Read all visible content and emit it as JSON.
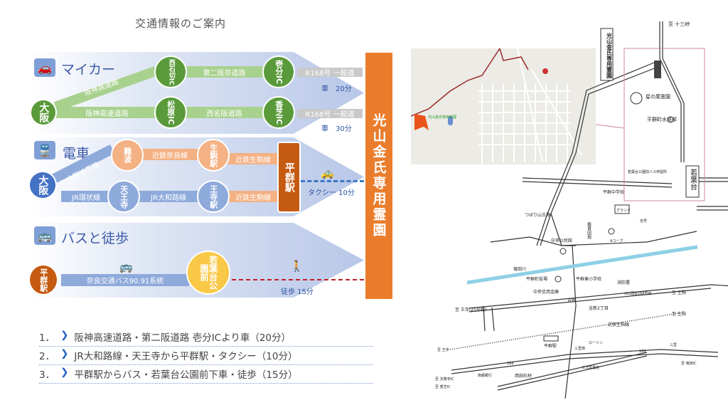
{
  "title": "交通情報のご案内",
  "destination": "光山金氏専用霊園",
  "car": {
    "label": "マイカー",
    "icon": "car-icon",
    "origin": "大阪",
    "nodes": [
      "西石切IC",
      "松原IC",
      "壱分IC",
      "香芝IC"
    ],
    "roads": {
      "diag": "阪神高速路",
      "low": "阪神高速道路",
      "upper_mid": "第二阪奈道路",
      "lower_mid": "西名阪道路",
      "upper_end": "R168号 一般道",
      "lower_end": "R168号 一般道"
    },
    "time1": "車　20分",
    "time2": "車　30分"
  },
  "train": {
    "label": "電車",
    "icon": "train-icon",
    "origin": "大阪",
    "nodes": [
      "難波",
      "生駒駅",
      "天王寺",
      "王寺駅"
    ],
    "hub": "平群駅",
    "lines": {
      "diag": "大阪地下鉄",
      "kintetsu_nara": "近鉄奈良線",
      "kintetsu_ikoma1": "近鉄生駒線",
      "jr_loop": "JR環状線",
      "jr_yamatoji": "JR大和路線",
      "kintetsu_ikoma2": "近鉄生駒線"
    },
    "taxi": "タクシー 10分"
  },
  "bus": {
    "label": "バスと徒歩",
    "icon": "bus-icon",
    "origin": "平群駅",
    "line": "奈良交通バス90.91系統",
    "stop": "若葉台公園前",
    "walk": "徒歩 15分"
  },
  "routes": [
    {
      "num": "1．",
      "text": "阪神高速道路・第二阪道路 壱分ICより車（20分）"
    },
    {
      "num": "2．",
      "text": "JR大和路線・天王寺から平群駅・タクシー（10分）"
    },
    {
      "num": "3．",
      "text": "平群駅からバス・若葉台公園前下車・徒歩（15分）"
    }
  ],
  "photo_map": {
    "label": "光山金氏専用霊園"
  },
  "map": {
    "to_jusan": "至 十三峠",
    "cemetery": "光山金氏専用霊園",
    "hoshinoo": "星の尾霊園",
    "suidou": "平群町水道部",
    "wakaba": "若葉台",
    "busstop": "若葉台公園前バス停留所",
    "jhs": "平群中学校",
    "ground": "グランド",
    "tsubori": "つぼり山古墳",
    "danchi": "植貴団地",
    "kominkan": "中央公民館",
    "acoop": "Aコープ",
    "signal": "信号",
    "river": "竜田川",
    "yakuba": "平群町役場",
    "elem": "平群東小学校",
    "fire": "消防署",
    "shinkin": "中央信用金庫",
    "route168old": "(旧)国道168号線",
    "to_ikoma1": "至 生駒",
    "yoshi": "吉新",
    "yoshi2": "吉新2丁目",
    "to_oji1": "至 王寺(25号線)",
    "to_ikoma2": "至 生駒",
    "kintetsu": "近鉄生駒線",
    "station": "平群駅",
    "lawson": "ローソン",
    "sanrinan": "三里南",
    "sanri": "三里",
    "r168": "168",
    "to_tatsuta": "至 竜田IC",
    "sanyodo": "三洋堂書店",
    "to_horyuji": "至 法隆寺IC",
    "nanto": "南都銀行",
    "nishida": "西田石材",
    "to_kashiba": "至 香芝IC",
    "to_oji2": "至 王寺"
  }
}
